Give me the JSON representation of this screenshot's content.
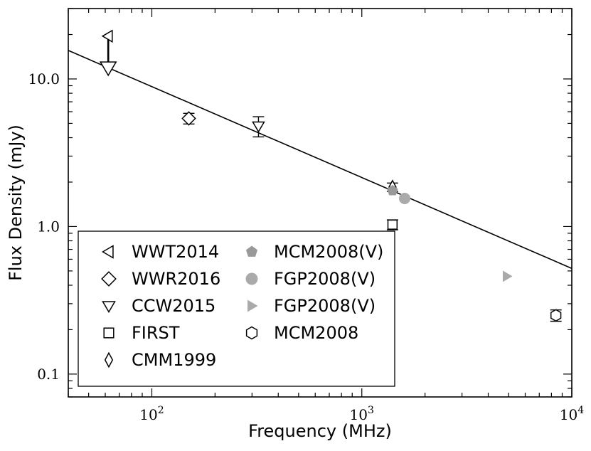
{
  "chart_data": {
    "type": "scatter",
    "xlabel": "Frequency (MHz)",
    "ylabel": "Flux Density (mJy)",
    "xscale": "log",
    "yscale": "log",
    "xlim": [
      40,
      10000
    ],
    "ylim": [
      0.07,
      30
    ],
    "x_ticks": [
      {
        "value": 100,
        "base": "10",
        "exp": "2"
      },
      {
        "value": 1000,
        "base": "10",
        "exp": "3"
      },
      {
        "value": 10000,
        "base": "10",
        "exp": "4"
      }
    ],
    "y_ticks": [
      {
        "value": 0.1,
        "label": "0.1"
      },
      {
        "value": 1,
        "label": "1.0"
      },
      {
        "value": 10,
        "label": "10.0"
      }
    ],
    "grid": false,
    "legend_position": "bottom-left",
    "fit_line": {
      "x": [
        40,
        10000
      ],
      "y": [
        15.6,
        0.52
      ]
    },
    "series": [
      {
        "name": "WWT2014",
        "marker": "triangle-left",
        "color": "#000000",
        "filled": false,
        "points": [
          {
            "x": 62,
            "y": 19.5
          }
        ]
      },
      {
        "name": "WWR2016",
        "marker": "diamond",
        "color": "#000000",
        "filled": false,
        "points": [
          {
            "x": 150,
            "y": 5.4,
            "yerr": 0.45
          }
        ]
      },
      {
        "name": "CCW2015",
        "marker": "triangle-down",
        "color": "#000000",
        "filled": false,
        "points": [
          {
            "x": 62,
            "y": 12.5,
            "upper_limit": true
          },
          {
            "x": 322,
            "y": 4.8,
            "yerr": 0.75
          }
        ]
      },
      {
        "name": "FIRST",
        "marker": "square",
        "color": "#000000",
        "filled": false,
        "points": [
          {
            "x": 1400,
            "y": 1.03,
            "yerr": 0.08
          }
        ]
      },
      {
        "name": "CMM1999",
        "marker": "thin-diamond",
        "color": "#000000",
        "filled": false,
        "points": [
          {
            "x": 1400,
            "y": 1.85,
            "yerr": 0.12
          }
        ]
      },
      {
        "name": "MCM2008(V)",
        "marker": "pentagon",
        "color": "#999999",
        "filled": true,
        "points": [
          {
            "x": 1400,
            "y": 1.75
          }
        ]
      },
      {
        "name": "FGP2008(V)",
        "marker": "circle",
        "color": "#aaaaaa",
        "filled": true,
        "points": [
          {
            "x": 1600,
            "y": 1.55
          }
        ]
      },
      {
        "name": "FGP2008(V)",
        "marker": "triangle-right",
        "color": "#aaaaaa",
        "filled": true,
        "points": [
          {
            "x": 4900,
            "y": 0.46
          }
        ]
      },
      {
        "name": "MCM2008",
        "marker": "hexagon",
        "color": "#000000",
        "filled": false,
        "points": [
          {
            "x": 8400,
            "y": 0.25,
            "yerr": 0.022
          }
        ]
      }
    ]
  }
}
